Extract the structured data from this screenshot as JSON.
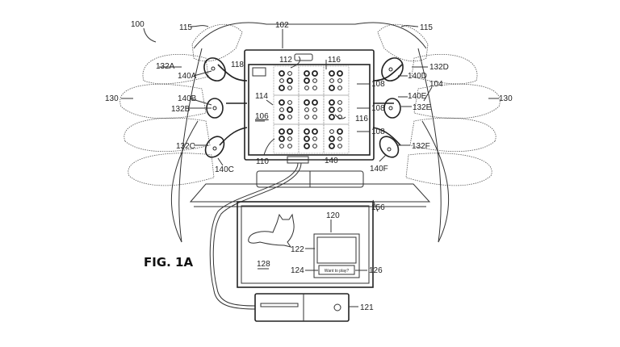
{
  "figure": {
    "title": "FIG. 1A",
    "prompt_text": "Want to play?"
  },
  "labels": {
    "system": "100",
    "display_device": "102",
    "controller": "104",
    "display_surface": "106",
    "braille_cell": "108",
    "display_area": "110",
    "pin_array": "112",
    "cell_group": "114",
    "trigger": "115",
    "pin": "116",
    "indicator": "118",
    "screen_window": "120",
    "console": "121",
    "window_image": "122",
    "prompt_box": "124",
    "prompt": "126",
    "screen_content": "128",
    "hand": "130",
    "button_a": "132A",
    "button_b": "132B",
    "button_c": "132C",
    "button_d": "132D",
    "button_e": "132E",
    "button_f": "132F",
    "connector": "140",
    "sensor_a": "140A",
    "sensor_b": "140B",
    "sensor_c": "140C",
    "sensor_d": "140D",
    "sensor_e": "140E",
    "sensor_f": "140F",
    "cable": "156"
  },
  "braille_grid": {
    "rows": 3,
    "cols": 3,
    "cells": [
      [
        1,
        0,
        1,
        0,
        1,
        0
      ],
      [
        1,
        1,
        0,
        1,
        0,
        0
      ],
      [
        1,
        0,
        1,
        1,
        0,
        0
      ],
      [
        1,
        0,
        1,
        0,
        1,
        0
      ],
      [
        1,
        0,
        0,
        1,
        0,
        0
      ],
      [
        1,
        1,
        1,
        0,
        0,
        0
      ],
      [
        1,
        1,
        0,
        1,
        0,
        0
      ],
      [
        1,
        1,
        1,
        1,
        0,
        0
      ],
      [
        0,
        1,
        1,
        1,
        0,
        0
      ]
    ]
  }
}
